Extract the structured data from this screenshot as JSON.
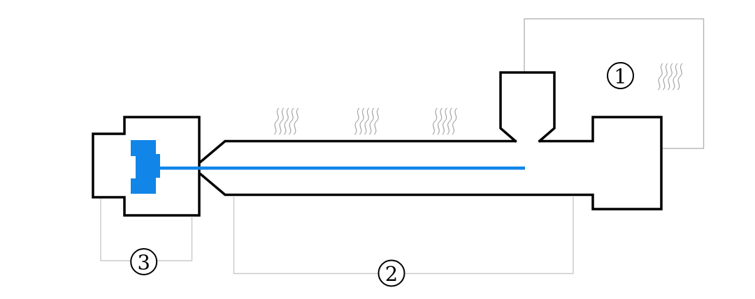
{
  "callouts": [
    {
      "id": "callout-1",
      "digit": "1"
    },
    {
      "id": "callout-2",
      "digit": "2"
    },
    {
      "id": "callout-3",
      "digit": "3"
    }
  ],
  "icons": {
    "heat_wave": "steam-wavy-lines"
  },
  "colors": {
    "background": "#ffffff",
    "outline_black": "#000000",
    "screw_blue": "#1286e8",
    "region_box_gray": "#b3b3b3",
    "leader_gray": "#c9c9c9",
    "heat_wave_gray": "#a6a6a6"
  }
}
